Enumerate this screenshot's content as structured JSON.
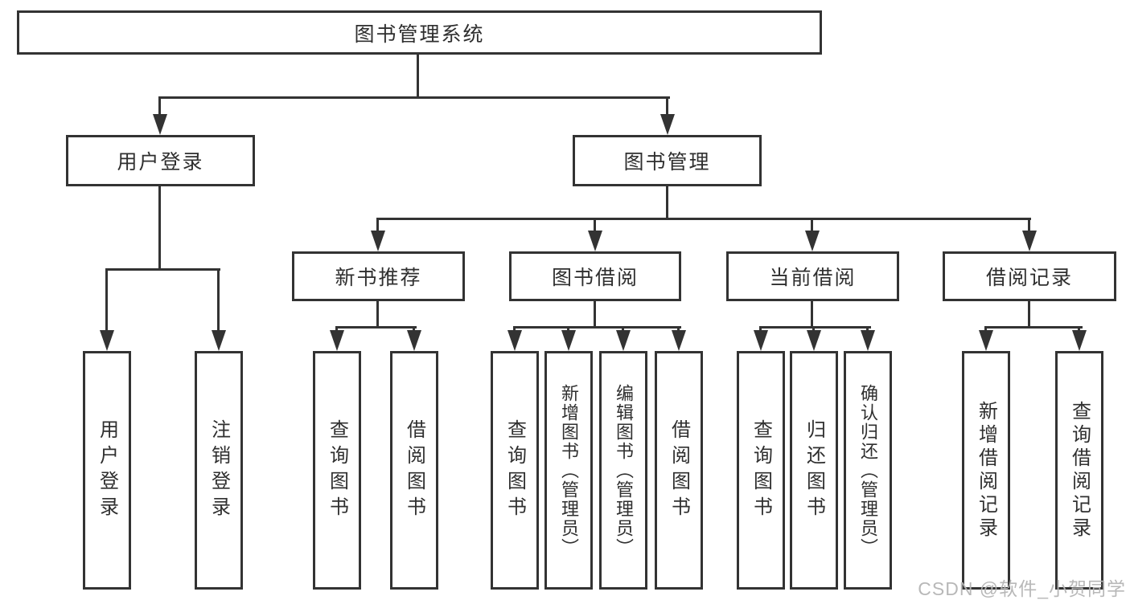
{
  "tree": {
    "label": "图书管理系统",
    "children": [
      {
        "label": "用户登录",
        "children": [
          {
            "label": "用户登录"
          },
          {
            "label": "注销登录"
          }
        ]
      },
      {
        "label": "图书管理",
        "children": [
          {
            "label": "新书推荐",
            "children": [
              {
                "label": "查询图书"
              },
              {
                "label": "借阅图书"
              }
            ]
          },
          {
            "label": "图书借阅",
            "children": [
              {
                "label": "查询图书"
              },
              {
                "label": "新增图书（管理员）"
              },
              {
                "label": "编辑图书（管理员）"
              },
              {
                "label": "借阅图书"
              }
            ]
          },
          {
            "label": "当前借阅",
            "children": [
              {
                "label": "查询图书"
              },
              {
                "label": "归还图书"
              },
              {
                "label": "确认归还（管理员）"
              }
            ]
          },
          {
            "label": "借阅记录",
            "children": [
              {
                "label": "新增借阅记录"
              },
              {
                "label": "查询借阅记录"
              }
            ]
          }
        ]
      }
    ]
  },
  "watermark": "CSDN @软件_小贺同学",
  "colors": {
    "line": "#333333",
    "text": "#2f2f2f",
    "watermark": "#b5b5b5",
    "background": "#ffffff"
  }
}
